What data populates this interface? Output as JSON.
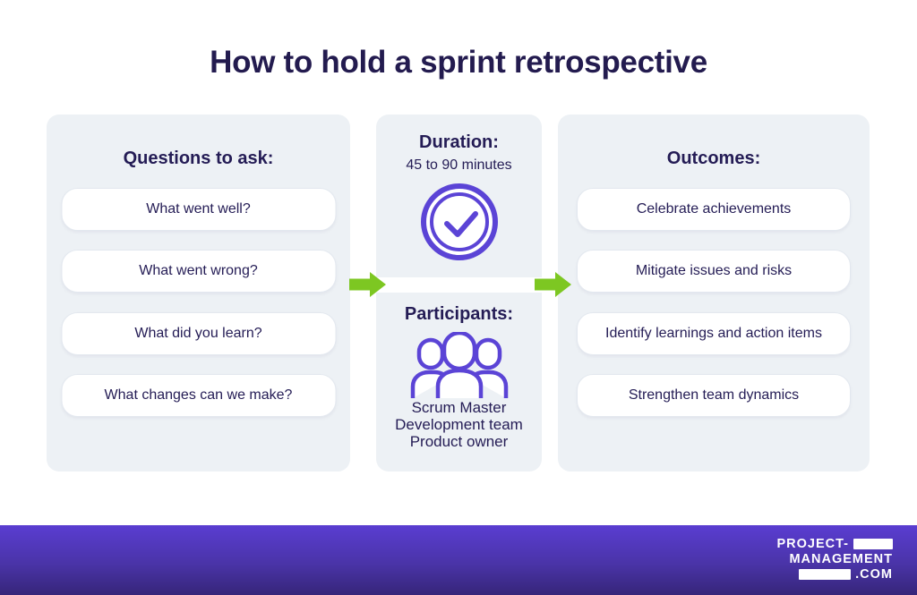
{
  "title": "How to hold a sprint retrospective",
  "colors": {
    "navy_text": "#241C55",
    "panel_background": "#EDF1F5",
    "icon_purple": "#5B44D6",
    "arrow_green": "#7DC722",
    "footer_gradient_top": "#5A3DD1",
    "footer_gradient_bottom": "#362579"
  },
  "questions_panel": {
    "heading": "Questions to ask:",
    "items": [
      "What went well?",
      "What went wrong?",
      "What did you learn?",
      "What changes can we make?"
    ]
  },
  "middle_panel": {
    "duration_heading": "Duration:",
    "duration_value": "45 to 90 minutes",
    "clock_icon": "clock-check-icon",
    "participants_heading": "Participants:",
    "participants_icon": "team-people-icon",
    "participants": [
      "Scrum Master",
      "Development team",
      "Product owner"
    ]
  },
  "outcomes_panel": {
    "heading": "Outcomes:",
    "items": [
      "Celebrate achievements",
      "Mitigate issues and risks",
      "Identify learnings and action items",
      "Strengthen team dynamics"
    ]
  },
  "footer": {
    "logo_line1": "PROJECT-",
    "logo_line2": "MANAGEMENT",
    "logo_line3": ".COM"
  }
}
